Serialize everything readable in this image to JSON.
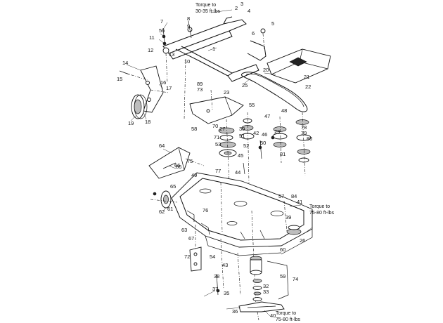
{
  "notes": [
    {
      "id": "torque-top",
      "lines": [
        "Torque to",
        "30-35 ft-lbs"
      ]
    },
    {
      "id": "torque-right",
      "lines": [
        "Torque to",
        "75-80 ft-lbs"
      ]
    },
    {
      "id": "torque-bottom",
      "lines": [
        "Torque to",
        "75-80 ft-lbs"
      ]
    }
  ],
  "callouts": [
    "1",
    "2",
    "3",
    "4",
    "5",
    "6",
    "7",
    "8",
    "9",
    "10",
    "11",
    "12",
    "13",
    "14",
    "15",
    "16",
    "17",
    "18",
    "19",
    "20",
    "21",
    "22",
    "23",
    "25",
    "26",
    "27",
    "29",
    "30",
    "32",
    "33",
    "35",
    "36",
    "37",
    "38",
    "39",
    "40",
    "41",
    "42",
    "43",
    "44",
    "45",
    "46",
    "47",
    "48",
    "49",
    "50",
    "51",
    "52",
    "53",
    "54",
    "55",
    "56",
    "57",
    "58",
    "59",
    "60",
    "61",
    "62",
    "63",
    "64",
    "65",
    "66",
    "67",
    "70",
    "71",
    "72",
    "73",
    "74",
    "75",
    "76",
    "77",
    "78",
    "79",
    "80",
    "81",
    "84",
    "86",
    "89"
  ]
}
